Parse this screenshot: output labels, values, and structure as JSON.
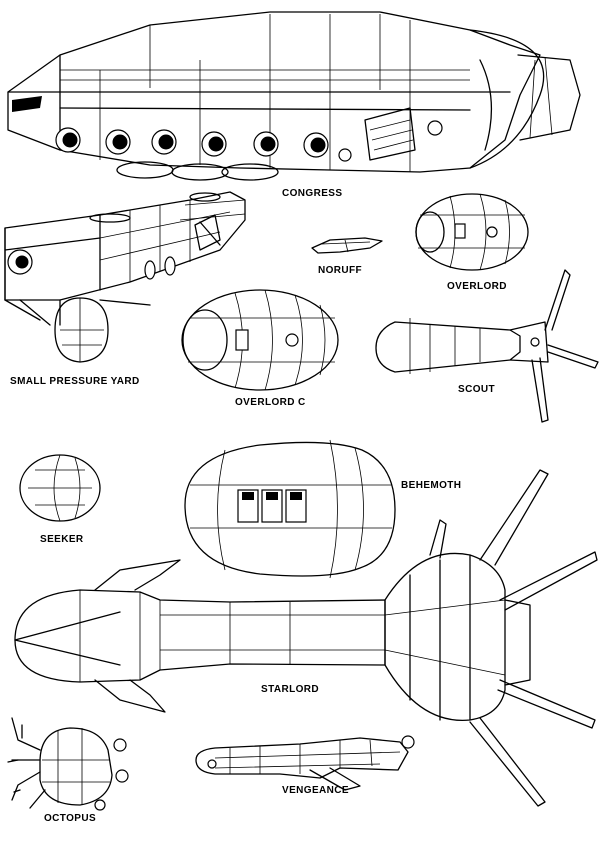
{
  "labels": {
    "congress": "CONGRESS",
    "noruff": "NORUFF",
    "overlord": "OVERLORD",
    "small_pressure_yard": "SMALL PRESSURE YARD",
    "overlord_c": "OVERLORD C",
    "scout": "SCOUT",
    "behemoth": "BEHEMOTH",
    "seeker": "SEEKER",
    "starlord": "STARLORD",
    "octopus": "OCTOPUS",
    "vengeance": "VENGEANCE"
  }
}
